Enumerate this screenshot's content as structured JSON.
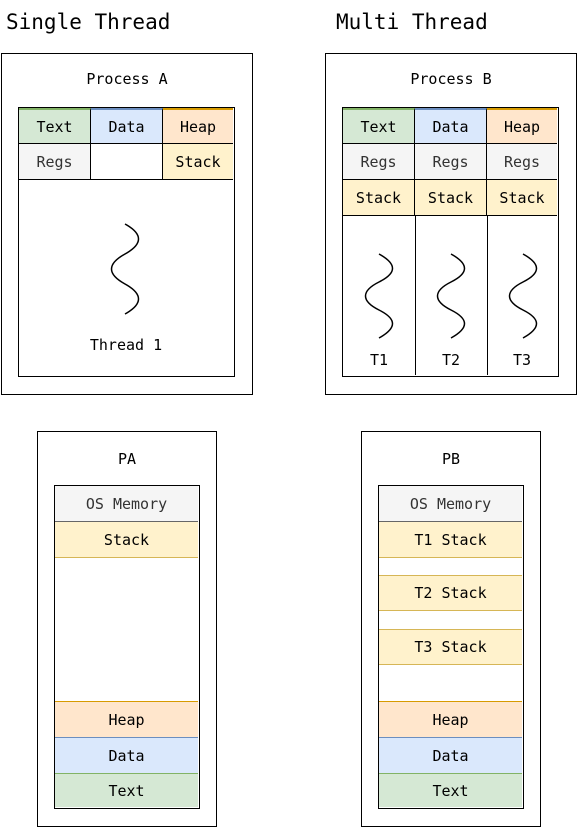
{
  "single": {
    "heading": "Single Thread",
    "process_title": "Process A",
    "row1": [
      "Text",
      "Data",
      "Heap"
    ],
    "row2": [
      "Regs",
      "",
      "Stack"
    ],
    "thread_label": "Thread 1"
  },
  "multi": {
    "heading": "Multi Thread",
    "process_title": "Process B",
    "row1": [
      "Text",
      "Data",
      "Heap"
    ],
    "row2": [
      "Regs",
      "Regs",
      "Regs"
    ],
    "row3": [
      "Stack",
      "Stack",
      "Stack"
    ],
    "thread_labels": [
      "T1",
      "T2",
      "T3"
    ]
  },
  "memory_pa": {
    "title": "PA",
    "os": "OS Memory",
    "stack": "Stack",
    "heap": "Heap",
    "data": "Data",
    "text": "Text"
  },
  "memory_pb": {
    "title": "PB",
    "os": "OS Memory",
    "stacks": [
      "T1 Stack",
      "T2 Stack",
      "T3 Stack"
    ],
    "heap": "Heap",
    "data": "Data",
    "text": "Text"
  },
  "colors": {
    "text": "#d5e8d4",
    "data": "#dae8fc",
    "heap": "#ffe6cc",
    "stack": "#fff2cc",
    "os": "#f5f5f5"
  }
}
